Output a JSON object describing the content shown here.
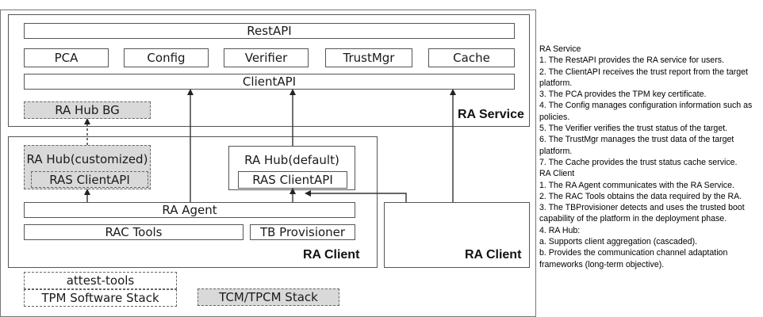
{
  "ra_service": {
    "label": "RA Service",
    "restapi": "RestAPI",
    "modules": [
      "PCA",
      "Config",
      "Verifier",
      "TrustMgr",
      "Cache"
    ],
    "clientapi": "ClientAPI",
    "hub_bg": "RA Hub BG"
  },
  "ra_client_main": {
    "label": "RA Client",
    "hub_custom": "RA Hub(customized)",
    "hub_custom_api": "RAS ClientAPI",
    "hub_default": "RA Hub(default)",
    "hub_default_api": "RAS ClientAPI",
    "agent": "RA Agent",
    "rac_tools": "RAC Tools",
    "tb_provisioner": "TB Provisioner"
  },
  "ra_client_other": {
    "label": "RA Client"
  },
  "bottom": {
    "attest_tools": "attest-tools",
    "tpm_stack": "TPM Software Stack",
    "tcm_stack": "TCM/TPCM Stack"
  },
  "description": [
    "RA Service",
    "1. The RestAPI provides the RA service for users.",
    "2. The ClientAPI receives the trust report from the target platform.",
    "3. The PCA provides the TPM key certificate.",
    "4. The Config manages configuration information such as policies.",
    "5. The Verifier verifies the trust status of the target.",
    "6. The TrustMgr manages the trust data of the target platform.",
    "7. The Cache provides the trust status cache service.",
    "RA Client",
    "1. The RA Agent communicates with the RA Service.",
    "2. The RAC Tools obtains the data required by the RA.",
    "3. The TBProvisioner detects and uses the trusted boot capability of the platform in the deployment phase.",
    "4. RA Hub:",
    "a. Supports client aggregation (cascaded).",
    "b. Provides the communication channel adaptation frameworks (long-term objective)."
  ]
}
